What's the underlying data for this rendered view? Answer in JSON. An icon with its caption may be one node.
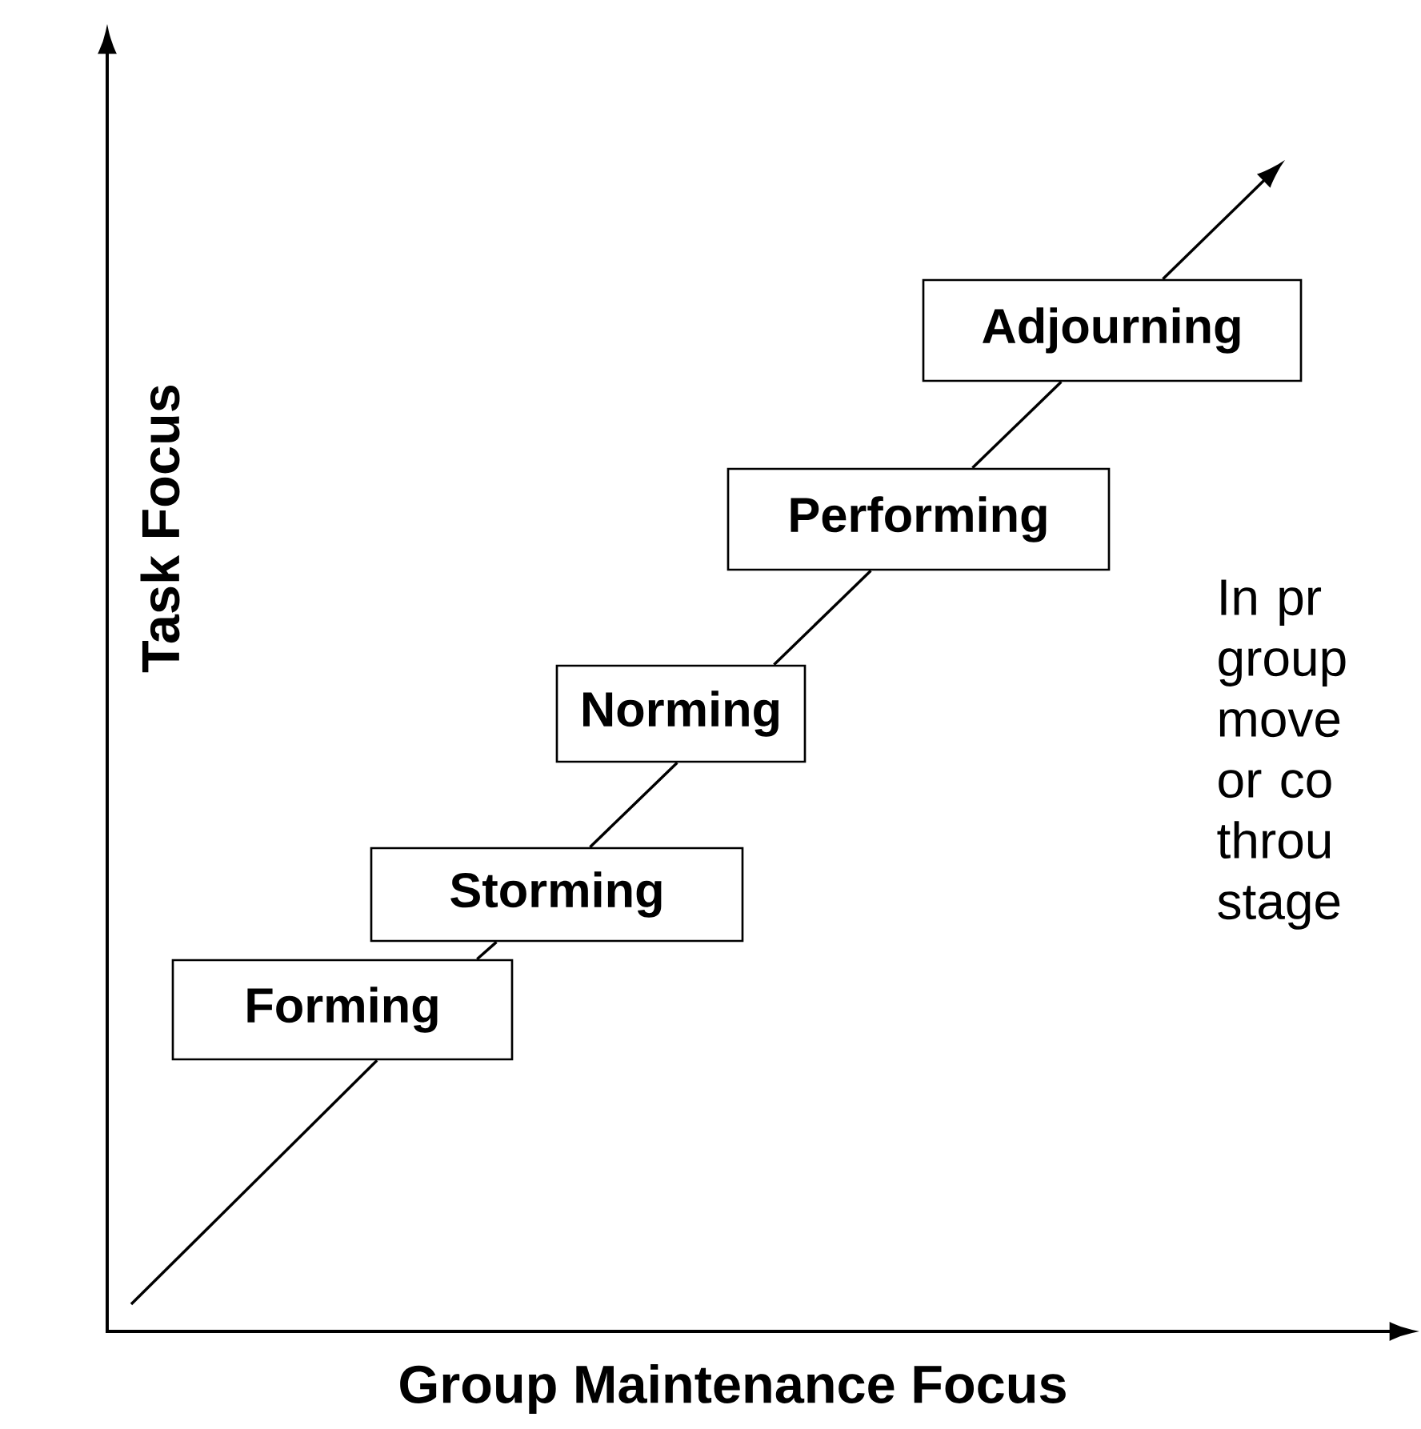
{
  "diagram": {
    "nodes": [
      {
        "text": [
          "Forming"
        ]
      },
      {
        "text": [
          "Storming"
        ]
      },
      {
        "text": [
          "Norming"
        ]
      },
      {
        "text": [
          "Performing"
        ]
      },
      {
        "text": [
          "Adjourning"
        ]
      }
    ],
    "edges": [
      {
        "from": null,
        "to": 0,
        "arrow": "none"
      },
      {
        "from": 0,
        "to": 1,
        "arrow": "none"
      },
      {
        "from": 1,
        "to": 2,
        "arrow": "none"
      },
      {
        "from": 2,
        "to": 3,
        "arrow": "none"
      },
      {
        "from": 3,
        "to": 4,
        "arrow": "none"
      },
      {
        "from": 4,
        "to": null,
        "arrow": "to"
      }
    ],
    "labels": [
      "Task Focus",
      "Group Maintenance Focus",
      "In pr group move or co throu stage"
    ]
  }
}
